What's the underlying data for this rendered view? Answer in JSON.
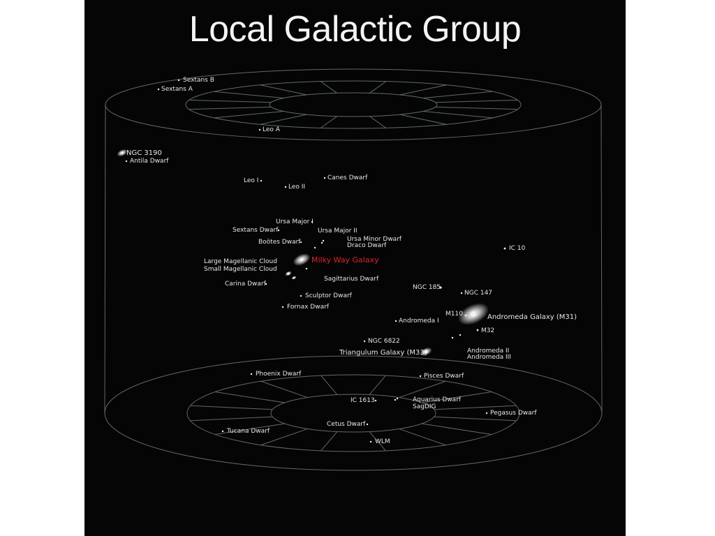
{
  "title": "Local Galactic Group",
  "colors": {
    "background": "#050505",
    "grid": "#5f6b66",
    "text": "#e8e8e8",
    "highlight": "#d8262a"
  },
  "galaxies": [
    {
      "name": "Sextans B"
    },
    {
      "name": "Sextans A"
    },
    {
      "name": "Leo A"
    },
    {
      "name": "NGC 3190"
    },
    {
      "name": "Antila Dwarf"
    },
    {
      "name": "Leo I"
    },
    {
      "name": "Leo II"
    },
    {
      "name": "Canes Dwarf"
    },
    {
      "name": "Ursa Major I"
    },
    {
      "name": "Sextans Dwarf"
    },
    {
      "name": "Ursa Major II"
    },
    {
      "name": "Boötes Dwarf"
    },
    {
      "name": "Ursa Minor Dwarf"
    },
    {
      "name": "Draco Dwarf"
    },
    {
      "name": "IC 10"
    },
    {
      "name": "Milky Way Galaxy"
    },
    {
      "name": "Large Magellanic Cloud"
    },
    {
      "name": "Small Magellanic Cloud"
    },
    {
      "name": "Sagittarius Dwarf"
    },
    {
      "name": "Carina Dwarf"
    },
    {
      "name": "NGC 185"
    },
    {
      "name": "NGC 147"
    },
    {
      "name": "Sculptor Dwarf"
    },
    {
      "name": "Fornax Dwarf"
    },
    {
      "name": "M110"
    },
    {
      "name": "Andromeda Galaxy (M31)"
    },
    {
      "name": "Andromeda I"
    },
    {
      "name": "M32"
    },
    {
      "name": "NGC 6822"
    },
    {
      "name": "Andromeda II"
    },
    {
      "name": "Andromeda III"
    },
    {
      "name": "Triangulum Galaxy (M33)"
    },
    {
      "name": "Phoenix Dwarf"
    },
    {
      "name": "Pisces Dwarf"
    },
    {
      "name": "IC 1613"
    },
    {
      "name": "Aquarius Dwarf"
    },
    {
      "name": "SagDIG"
    },
    {
      "name": "Pegasus Dwarf"
    },
    {
      "name": "Cetus Dwarf"
    },
    {
      "name": "Tucana Dwarf"
    },
    {
      "name": "WLM"
    }
  ]
}
